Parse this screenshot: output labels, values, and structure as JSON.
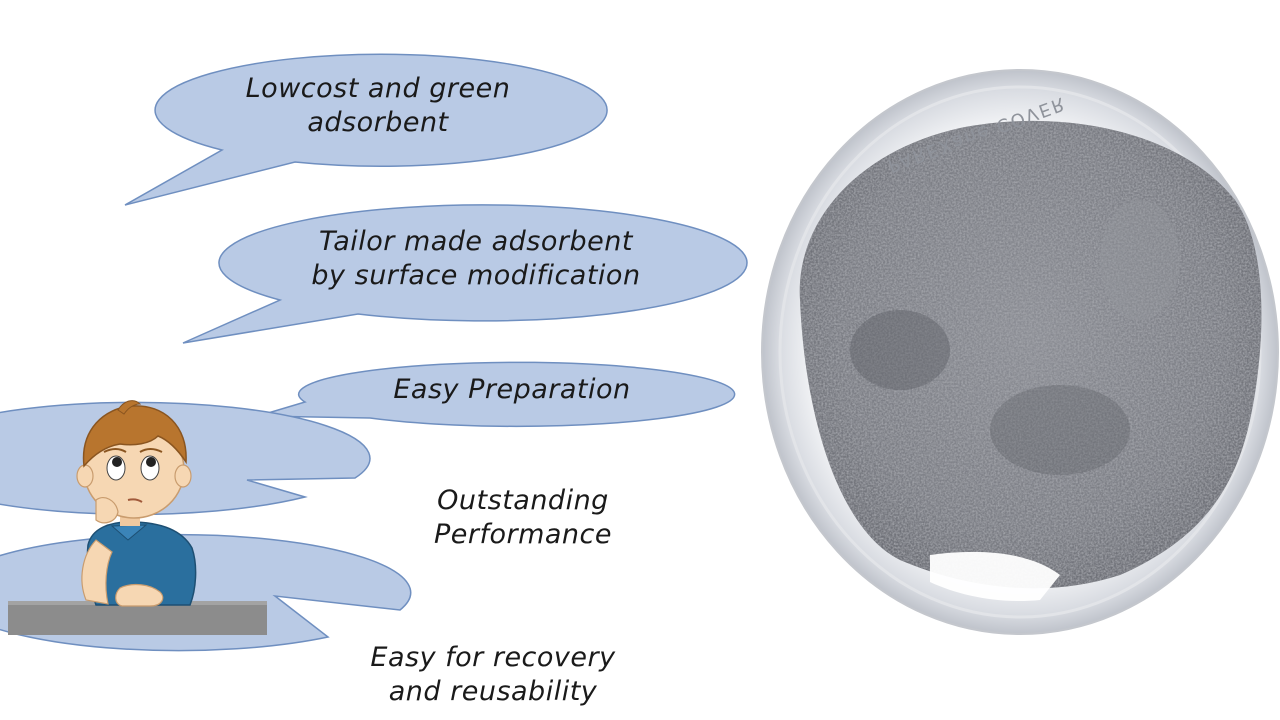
{
  "bubbles": [
    {
      "line1": "Lowcost and green",
      "line2": "adsorbent"
    },
    {
      "line1": "Tailor made adsorbent",
      "line2": "by surface modification"
    },
    {
      "line1": "Easy Preparation"
    },
    {
      "line1": "Outstanding",
      "line2": "Performance"
    },
    {
      "line1": "Easy for recovery",
      "line2": "and reusability"
    }
  ],
  "photo": {
    "rim_text": "PAREXane COVER"
  },
  "colors": {
    "bubble_fill": "#b9cae5",
    "bubble_stroke": "#6f8fc0",
    "desk": "#8c8c8c",
    "powder": "#7d7f86",
    "shirt": "#2a6f9e",
    "hair": "#b8752e",
    "skin": "#f6d7b3"
  }
}
